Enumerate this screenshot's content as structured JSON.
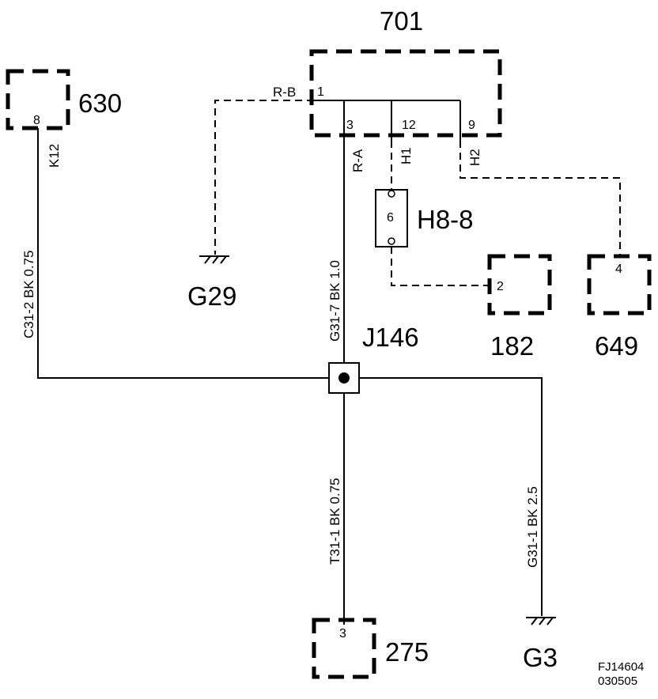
{
  "components": {
    "c701": {
      "label": "701",
      "pins": {
        "p1": "1",
        "p3": "3",
        "p12": "12",
        "p9": "9"
      }
    },
    "c630": {
      "label": "630",
      "pin": "8"
    },
    "c182": {
      "label": "182",
      "pin": "2"
    },
    "c649": {
      "label": "649",
      "pin": "4"
    },
    "c275": {
      "label": "275",
      "pin": "3"
    },
    "h8_8": {
      "label": "H8-8",
      "pin": "6"
    }
  },
  "splice": {
    "label": "J146"
  },
  "grounds": {
    "g29": "G29",
    "g3": "G3"
  },
  "wire_labels": {
    "rb": "R-B",
    "ra": "R-A",
    "h1": "H1",
    "h2": "H2",
    "k12": "K12",
    "c31_2": "C31-2   BK   0.75",
    "g31_7": "G31-7   BK   1.0",
    "t31_1": "T31-1   BK   0.75",
    "g31_1": "G31-1   BK   2.5"
  },
  "footer": {
    "code1": "FJ14604",
    "code2": "030505"
  }
}
